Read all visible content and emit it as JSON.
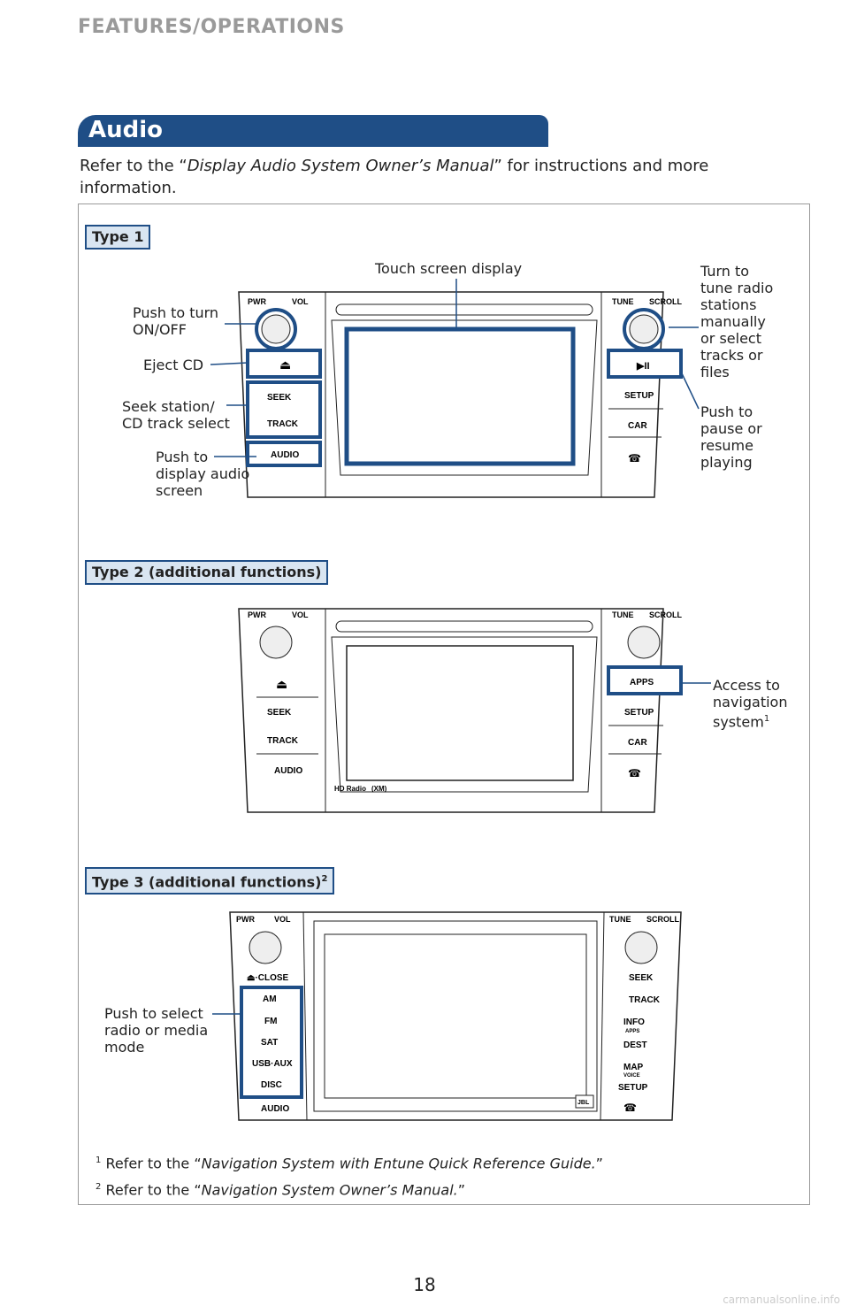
{
  "header": {
    "section": "FEATURES/OPERATIONS"
  },
  "banner": {
    "title": "Audio"
  },
  "intro": {
    "before": "Refer to the “",
    "manual": "Display Audio System Owner’s Manual",
    "after": "” for instructions and more information."
  },
  "type1": {
    "tag": "Type 1",
    "labels": {
      "touch_screen": "Touch screen display",
      "power": "Push to turn\nON/OFF",
      "eject": "Eject CD",
      "seek": "Seek station/\nCD track select",
      "audio": "Push to\ndisplay audio\nscreen",
      "tune": "Turn to\ntune radio\nstations\nmanually\nor select\ntracks or\nfiles",
      "pause": "Push to\npause or\nresume\nplaying"
    },
    "unit": {
      "pwr": "PWR",
      "vol": "VOL",
      "tune": "TUNE",
      "scroll": "SCROLL",
      "eject": "⏏",
      "seek": "SEEK",
      "track": "TRACK",
      "audio": "AUDIO",
      "play": "▶II",
      "setup": "SETUP",
      "car": "CAR",
      "phone": "☎"
    }
  },
  "type2": {
    "tag": "Type 2 (additional functions)",
    "labels": {
      "apps": "Access to\nnavigation\nsystem",
      "apps_sup": "1"
    },
    "unit": {
      "pwr": "PWR",
      "vol": "VOL",
      "tune": "TUNE",
      "scroll": "SCROLL",
      "eject": "⏏",
      "seek": "SEEK",
      "track": "TRACK",
      "audio": "AUDIO",
      "apps": "APPS",
      "setup": "SETUP",
      "car": "CAR",
      "phone": "☎",
      "hd": "HD Radio",
      "xm": "(XM)"
    }
  },
  "type3": {
    "tag": "Type 3 (additional functions)",
    "tag_sup": "2",
    "labels": {
      "mode": "Push to select\nradio or media\nmode"
    },
    "unit": {
      "pwr": "PWR",
      "vol": "VOL",
      "tune": "TUNE",
      "scroll": "SCROLL",
      "close": "⏏·CLOSE",
      "am": "AM",
      "fm": "FM",
      "sat": "SAT",
      "usb": "USB·AUX",
      "disc": "DISC",
      "audio": "AUDIO",
      "seek": "SEEK",
      "track": "TRACK",
      "info": "INFO",
      "apps": "APPS",
      "dest": "DEST",
      "map": "MAP",
      "voice": "VOICE",
      "setup": "SETUP",
      "phone": "☎",
      "jbl": "JBL"
    }
  },
  "footnotes": {
    "n1": "1",
    "f1_before": " Refer to the “",
    "f1_title": "Navigation System with Entune Quick Reference Guide.",
    "f1_after": "”",
    "n2": "2",
    "f2_before": " Refer to the “",
    "f2_title": "Navigation System Owner’s Manual.",
    "f2_after": "”"
  },
  "page": {
    "number": "18"
  },
  "watermark": "carmanualsonline.info",
  "colors": {
    "accent": "#1f4e86",
    "tag_bg": "#d9e5f1",
    "header_gray": "#9a9a9a"
  }
}
